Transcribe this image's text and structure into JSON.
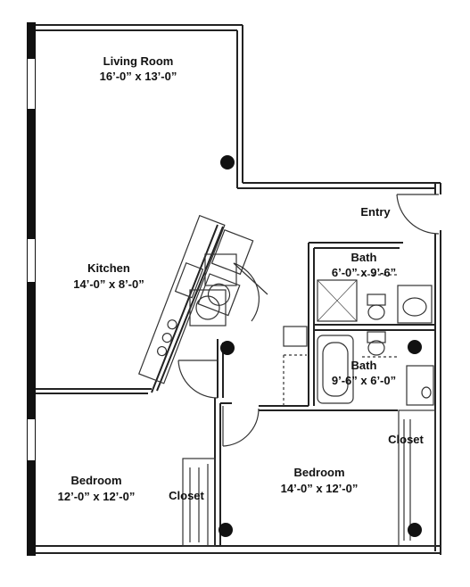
{
  "rooms": {
    "living_room": {
      "name": "Living Room",
      "dims": "16’-0” x 13’-0”"
    },
    "kitchen": {
      "name": "Kitchen",
      "dims": "14’-0” x 8’-0”"
    },
    "bath_1": {
      "name": "Bath",
      "dims": "6’-0” x 9’-6”"
    },
    "bath_2": {
      "name": "Bath",
      "dims": "9’-6” x 6’-0”"
    },
    "bedroom_1": {
      "name": "Bedroom",
      "dims": "12’-0” x 12’-0”"
    },
    "bedroom_2": {
      "name": "Bedroom",
      "dims": "14’-0” x 12’-0”"
    }
  },
  "labels": {
    "entry": "Entry",
    "closet_left": "Closet",
    "closet_right": "Closet"
  },
  "colors": {
    "wall": "#111111",
    "line": "#333333",
    "background": "#ffffff"
  }
}
